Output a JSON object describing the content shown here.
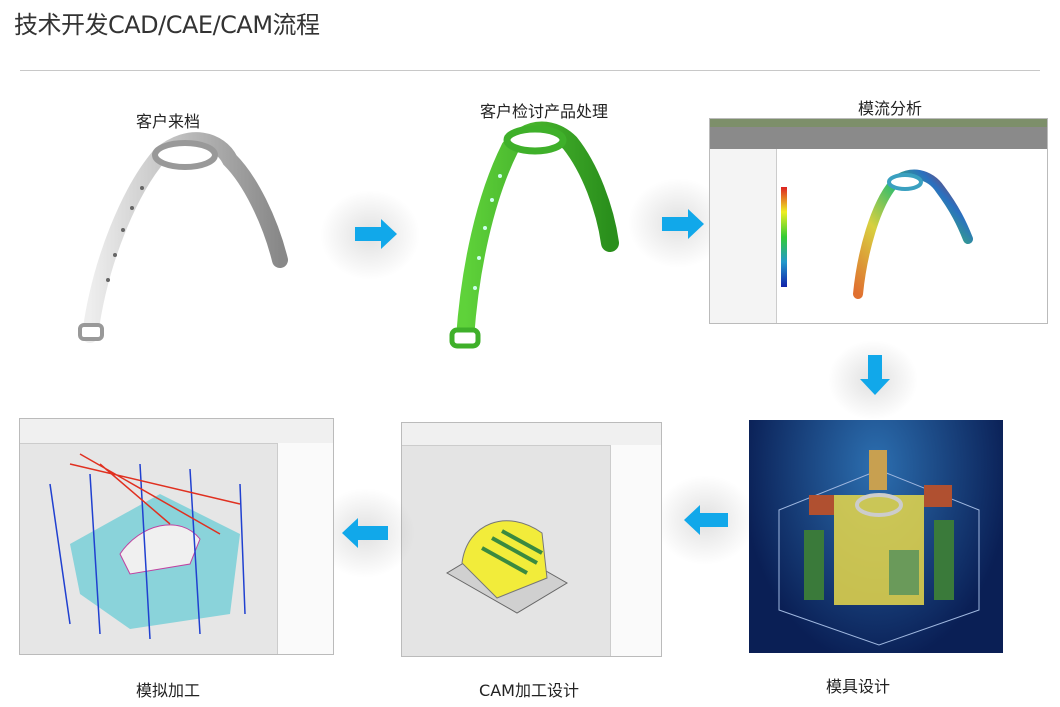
{
  "title": "技术开发CAD/CAE/CAM流程",
  "steps": [
    {
      "label": "客户来档",
      "image": "grey-band-model"
    },
    {
      "label": "客户检讨产品处理",
      "image": "green-band-model"
    },
    {
      "label": "模流分析",
      "image": "mold-flow-analysis-screenshot"
    },
    {
      "label": "模具设计",
      "image": "mold-design-render"
    },
    {
      "label": "CAM加工设计",
      "image": "cam-design-screenshot"
    },
    {
      "label": "模拟加工",
      "image": "machining-simulation-screenshot"
    }
  ],
  "colors": {
    "arrow": "#11a8ea",
    "title": "#333333",
    "rule": "#c8c8c8"
  }
}
